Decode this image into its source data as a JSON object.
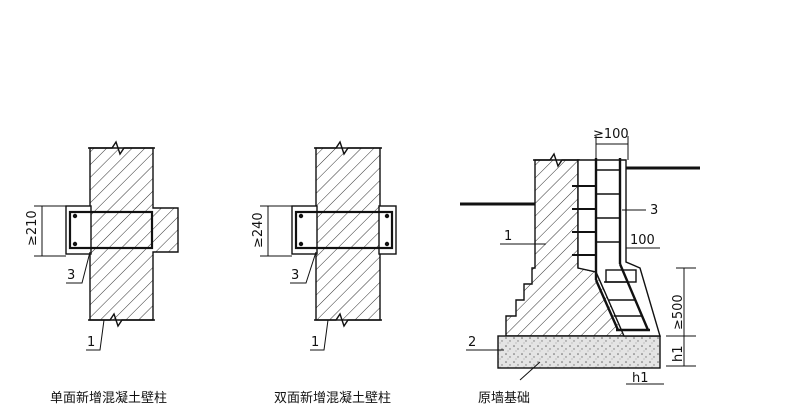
{
  "figures": [
    {
      "caption": "单面新增混凝土壁柱",
      "dimension": "≥210",
      "labels": [
        "3",
        "1"
      ]
    },
    {
      "caption": "双面新增混凝土壁柱",
      "dimension": "≥240",
      "labels": [
        "3",
        "1"
      ]
    },
    {
      "caption": "原墙基础",
      "dimensions": [
        "≥100",
        "100",
        "≥500",
        "h1",
        "h1"
      ],
      "labels": [
        "3",
        "1",
        "2"
      ]
    }
  ],
  "colors": {
    "line": "#111111",
    "hatch": "#333333",
    "concrete": "#d8d8d8"
  }
}
